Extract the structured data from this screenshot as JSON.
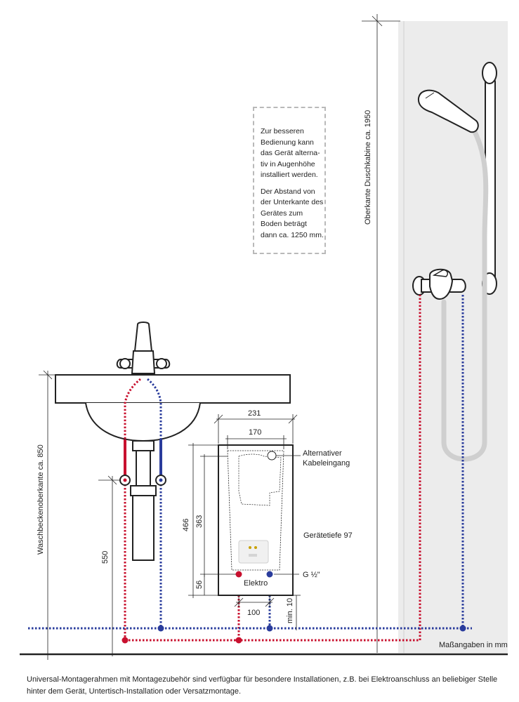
{
  "note": {
    "para1": "Zur besseren Bedienung kann das Gerät alterna-tiv in Augenhöhe installiert werden.",
    "para2": "Der Abstand von der Unterkante des Gerätes zum Boden beträgt dann ca. 1250 mm."
  },
  "labels": {
    "shower_top": "Oberkante Duschkabine ca. 1950",
    "basin_top": "Waschbeckenoberkante ca. 850",
    "dim_231": "231",
    "dim_170": "170",
    "dim_466": "466",
    "dim_363": "363",
    "dim_56": "56",
    "dim_550": "550",
    "dim_100": "100",
    "dim_min10": "min. 10",
    "alt_cable_1": "Alternativer",
    "alt_cable_2": "Kabeleingang",
    "depth": "Gerätetiefe 97",
    "thread": "G ½\"",
    "elektro": "Elektro",
    "units": "Maßangaben in mm"
  },
  "caption": "Universal-Montagerahmen mit Montagezubehör sind verfügbar für besondere Installationen, z.B. bei Elektroanschluss an beliebiger Stelle hinter dem Gerät, Untertisch-Installation oder Versatzmontage.",
  "colors": {
    "hot": "#c8102e",
    "cold": "#2a3c9c",
    "wall": "#ececec",
    "hose": "#cfcfcf",
    "note_border": "#b9b9b9"
  }
}
